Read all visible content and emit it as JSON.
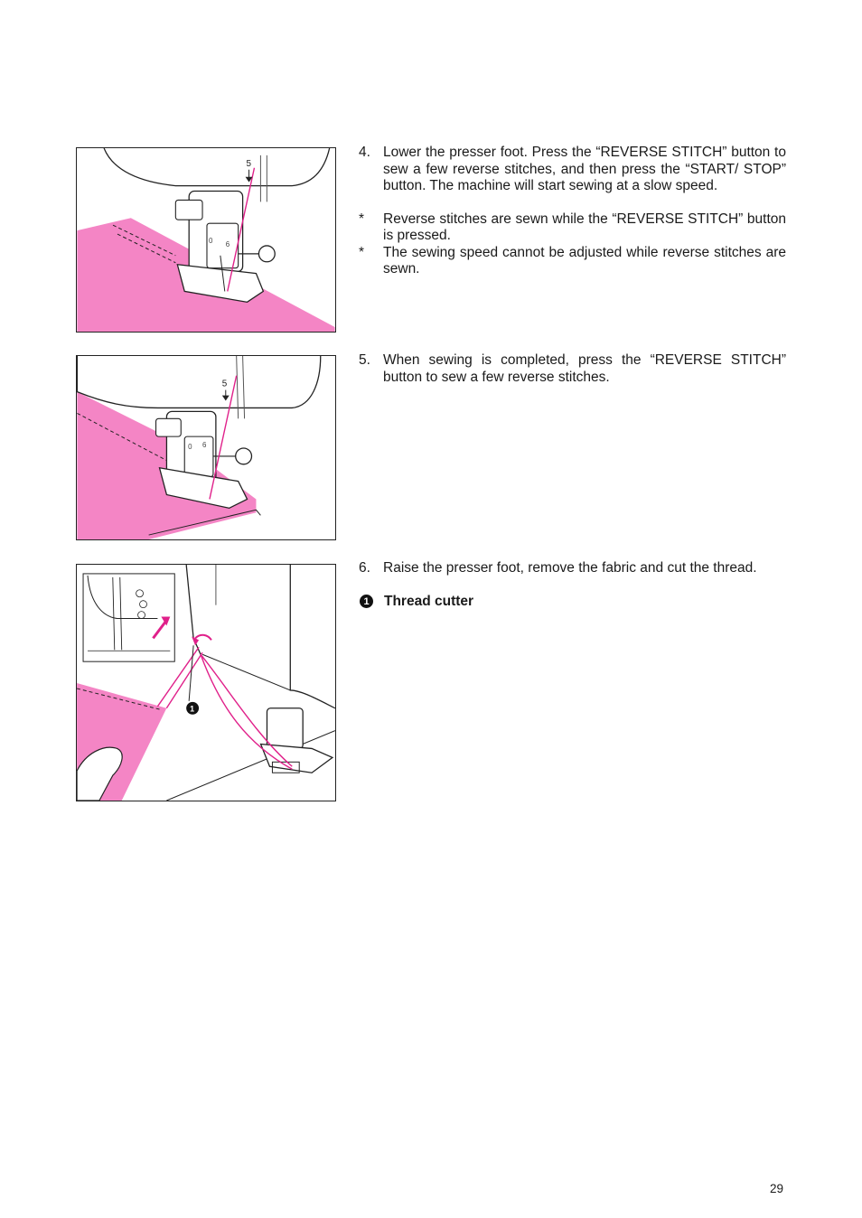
{
  "steps": [
    {
      "number": "4.",
      "text": "Lower the presser foot. Press the “REVERSE STITCH” button to sew a few reverse stitches, and then press the “START/ STOP” button. The machine will start sewing at a slow speed.",
      "notes": [
        {
          "mark": "*",
          "text": "Reverse stitches are sewn while the “REVERSE STITCH” button is pressed."
        },
        {
          "mark": "*",
          "text": "The sewing speed cannot be adjusted while reverse stitches are sewn."
        }
      ]
    },
    {
      "number": "5.",
      "text": "When sewing is completed, press the “REVERSE STITCH” button to sew a few reverse stitches."
    },
    {
      "number": "6.",
      "text": "Raise the presser foot, remove the fabric and cut the thread."
    }
  ],
  "legend": {
    "marker": "1",
    "label": "Thread cutter"
  },
  "figures": {
    "fig1_marker": "5",
    "fig2_marker": "5",
    "fig3_callout": "1",
    "foot_mark_zero": "0",
    "foot_mark_six": "6"
  },
  "colors": {
    "fabric": "#f485c5",
    "thread": "#e0208a",
    "line": "#222222"
  },
  "page_number": "29"
}
